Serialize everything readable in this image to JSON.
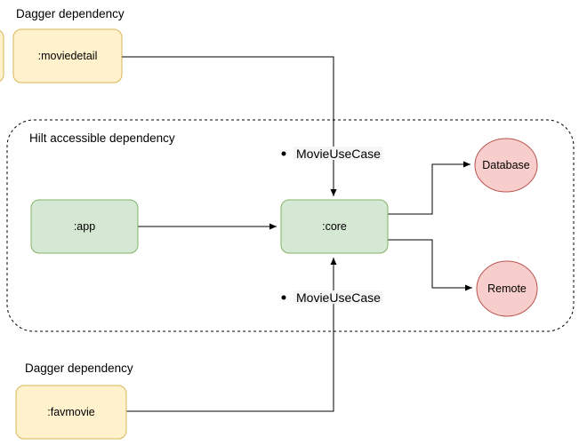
{
  "sections": {
    "dagger_top": {
      "label": "Dagger dependency"
    },
    "hilt": {
      "label": "Hilt accessible dependency"
    },
    "dagger_bottom": {
      "label": "Dagger dependency"
    }
  },
  "nodes": {
    "moviedetail": {
      "label": ":moviedetail",
      "type": "module",
      "shape": "rounded-rect"
    },
    "app": {
      "label": ":app",
      "type": "module",
      "shape": "rounded-rect"
    },
    "core": {
      "label": ":core",
      "type": "module",
      "shape": "rounded-rect"
    },
    "favmovie": {
      "label": ":favmovie",
      "type": "module",
      "shape": "rounded-rect"
    },
    "database": {
      "label": "Database",
      "type": "datasource",
      "shape": "ellipse"
    },
    "remote": {
      "label": "Remote",
      "type": "datasource",
      "shape": "ellipse"
    }
  },
  "annotations": {
    "top_bullet": "MovieUseCase",
    "bottom_bullet": "MovieUseCase"
  },
  "edges": [
    {
      "from": ":moviedetail",
      "to": ":core"
    },
    {
      "from": ":app",
      "to": ":core"
    },
    {
      "from": ":core",
      "to": "Database"
    },
    {
      "from": ":core",
      "to": "Remote"
    },
    {
      "from": ":favmovie",
      "to": ":core"
    }
  ],
  "colors": {
    "module_fill": "#fff2cc",
    "module_stroke": "#d6b656",
    "hilt_module_fill": "#d5e8d4",
    "hilt_module_stroke": "#82b366",
    "datasource_fill": "#f8cecc",
    "datasource_stroke": "#b85450",
    "edge": "#000000",
    "background": "#ffffff"
  }
}
